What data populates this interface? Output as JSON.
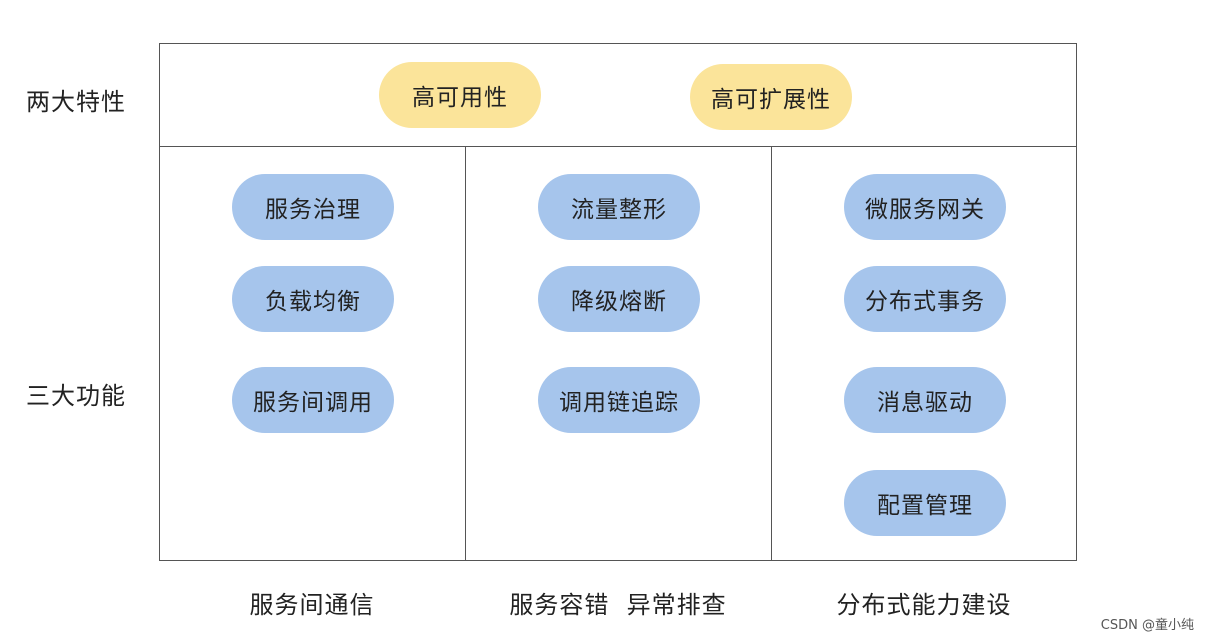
{
  "rows": {
    "traits_label": "两大特性",
    "functions_label": "三大功能"
  },
  "traits": [
    "高可用性",
    "高可扩展性"
  ],
  "columns": [
    {
      "label": "服务间通信",
      "items": [
        "服务治理",
        "负载均衡",
        "服务间调用"
      ]
    },
    {
      "label": "服务容错  异常排查",
      "items": [
        "流量整形",
        "降级熔断",
        "调用链追踪"
      ]
    },
    {
      "label": "分布式能力建设",
      "items": [
        "微服务网关",
        "分布式事务",
        "消息驱动",
        "配置管理"
      ]
    }
  ],
  "watermark": "CSDN @童小纯",
  "colors": {
    "trait_fill": "#fbe49a",
    "function_fill": "#a6c5ec",
    "border": "#555555"
  }
}
